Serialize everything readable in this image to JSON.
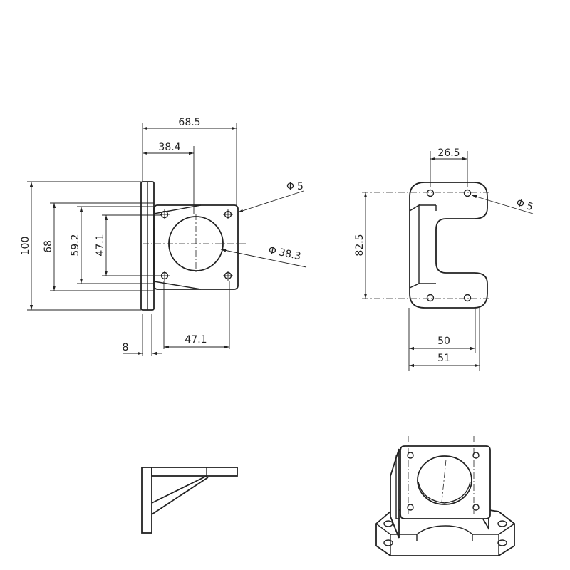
{
  "front_view": {
    "overall_width": "68.5",
    "hole_spacing_top": "38.4",
    "hole_dia": "5",
    "bore_dia": "38.3",
    "overall_height": "100",
    "slot_height": "68",
    "hole_span_v": "59.2",
    "hole_spacing_v": "47.1",
    "plate_thickness": "8",
    "hole_spacing_bottom": "47.1"
  },
  "side_view": {
    "top_width": "26.5",
    "hole_dia": "5",
    "height": "82.5",
    "inner_width": "50",
    "outer_width": "51"
  },
  "symbols": {
    "diameter": "Φ"
  }
}
